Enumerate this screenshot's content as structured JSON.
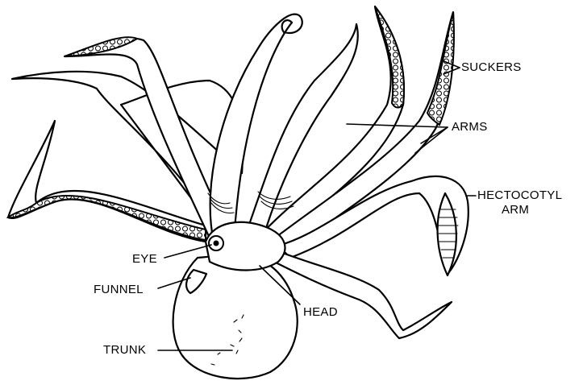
{
  "labels": {
    "suckers": "SUCKERS",
    "arms": "ARMS",
    "hectocotyl_line1": "HECTOCOTYL",
    "hectocotyl_line2": "ARM",
    "eye": "EYE",
    "funnel": "FUNNEL",
    "head": "HEAD",
    "trunk": "TRUNK"
  }
}
